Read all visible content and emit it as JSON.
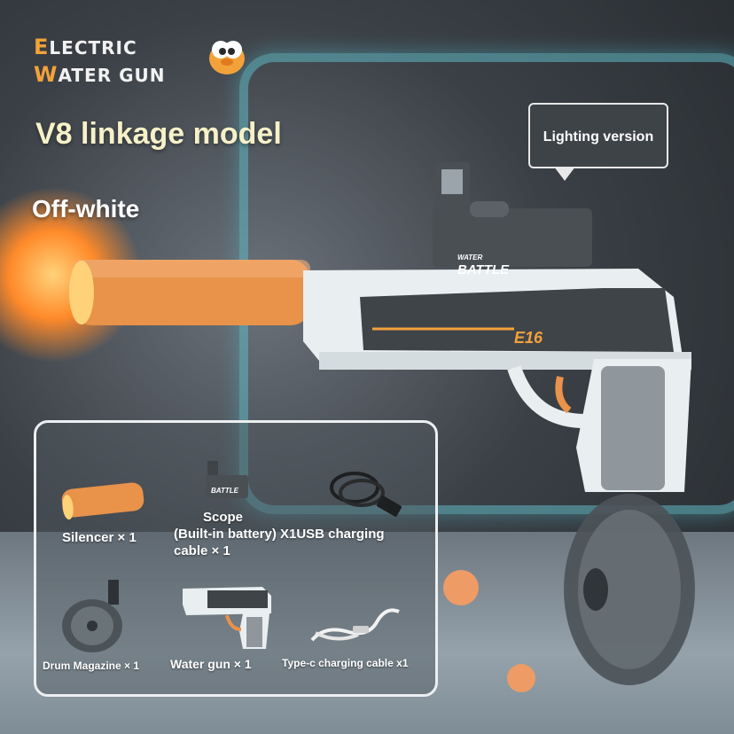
{
  "brand": {
    "line1_cap": "E",
    "line1_rest": "LECTRIC",
    "line2_cap": "W",
    "line2_rest": "ATER GUN"
  },
  "title": "V8 linkage model",
  "color_label": "Off-white",
  "callout": "Lighting version",
  "gun_markings": {
    "scope_brand_top": "WATER",
    "scope_brand_bottom": "BATTLE",
    "slide_text": "E16"
  },
  "package": {
    "silencer": "Silencer × 1",
    "scope_line1": "Scope",
    "scope_line2": "(Built-in battery) X1USB charging",
    "scope_line3": "cable × 1",
    "drum": "Drum Magazine × 1",
    "water_gun": "Water gun × 1",
    "cable": "Type-c charging cable x1"
  },
  "colors": {
    "accent_orange": "#f3a23a",
    "gun_white": "#e9eef0",
    "gun_dark": "#3f4448",
    "frame_teal": "#5fb8c4"
  }
}
